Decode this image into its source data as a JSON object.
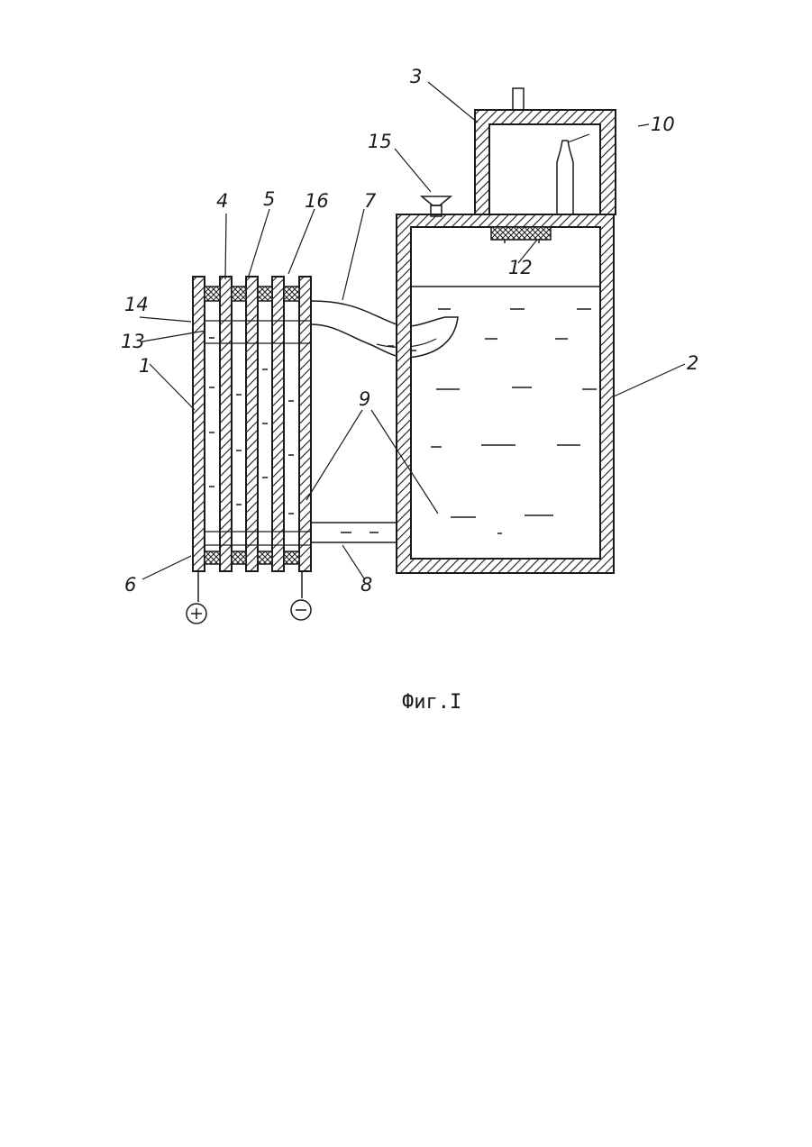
{
  "figure": {
    "caption": "Фиг.I",
    "labels": {
      "l1": "1",
      "l2": "2",
      "l3": "3",
      "l4": "4",
      "l5": "5",
      "l6": "6",
      "l7": "7",
      "l8": "8",
      "l9": "9",
      "l10": "10",
      "l12": "12",
      "l13": "13",
      "l14": "14",
      "l15": "15",
      "l16": "16"
    },
    "terminals": {
      "positive": "⊕",
      "negative": "⊖"
    }
  }
}
